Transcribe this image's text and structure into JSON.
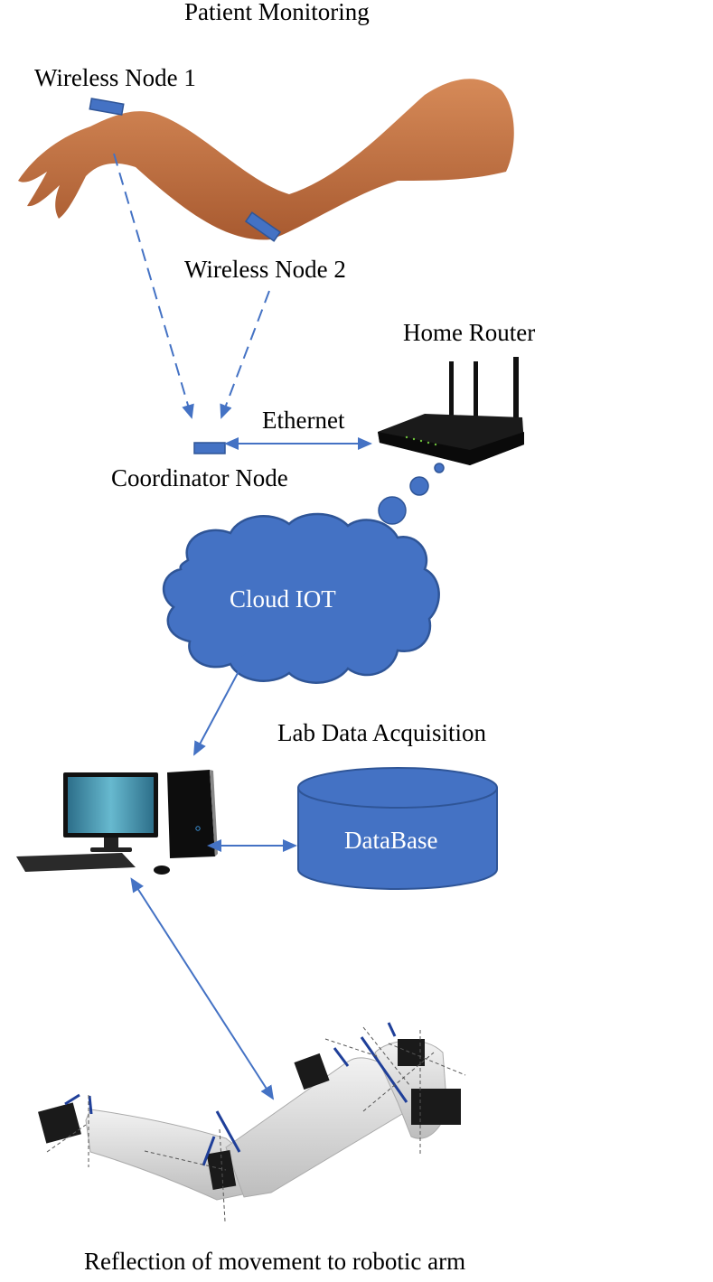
{
  "title": "Patient Monitoring",
  "labels": {
    "wireless_node_1": "Wireless Node 1",
    "wireless_node_2": "Wireless Node 2",
    "home_router": "Home Router",
    "ethernet": "Ethernet",
    "coordinator_node": "Coordinator Node",
    "cloud": "Cloud IOT",
    "lab": "Lab Data Acquisition",
    "database": "DataBase",
    "robotic_arm": "Reflection of movement to robotic arm"
  },
  "colors": {
    "accent_blue": "#4472c4",
    "outline_blue": "#2f5597",
    "skin": "#c97a4a",
    "router_black": "#1a1a1a"
  },
  "icons": {
    "arm": "human-arm-image",
    "router": "wifi-router-image",
    "computer": "desktop-computer-image",
    "robot": "robotic-arm-image"
  }
}
